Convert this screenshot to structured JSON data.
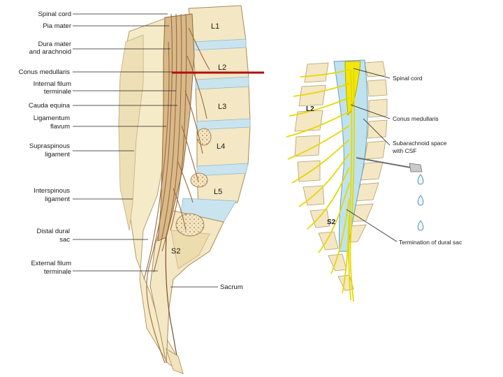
{
  "left_figure": {
    "labels": {
      "spinal_cord": "Spinal cord",
      "pia_mater": "Pia mater",
      "dura_line1": "Dura mater",
      "dura_line2": "and arachnoid",
      "conus": "Conus medullaris",
      "internal_filum_line1": "Internal filum",
      "internal_filum_line2": "terminale",
      "cauda": "Cauda equina",
      "lig_flavum_line1": "Ligamentum",
      "lig_flavum_line2": "flavum",
      "supraspinous_line1": "Supraspinous",
      "supraspinous_line2": "ligament",
      "interspinous_line1": "Interspinous",
      "interspinous_line2": "ligament",
      "distal_line1": "Distal dural",
      "distal_line2": "sac",
      "external_filum_line1": "External filum",
      "external_filum_line2": "terminale",
      "sacrum": "Sacrum"
    },
    "vertebrae": {
      "l1": "L1",
      "l2": "L2",
      "l3": "L3",
      "l4": "L4",
      "l5": "L5",
      "s2": "S2"
    },
    "marker_color": "#b01010"
  },
  "right_figure": {
    "labels": {
      "spinal_cord": "Spinal cord",
      "conus": "Conus medullaris",
      "subarachnoid_line1": "Subarachnoid space",
      "subarachnoid_line2": "with CSF",
      "termination": "Termination of dural sac"
    },
    "vertebrae": {
      "l2": "L2",
      "s2": "S2"
    },
    "nerve_color": "#f2e60a",
    "csf_color": "#bfe3ee"
  }
}
